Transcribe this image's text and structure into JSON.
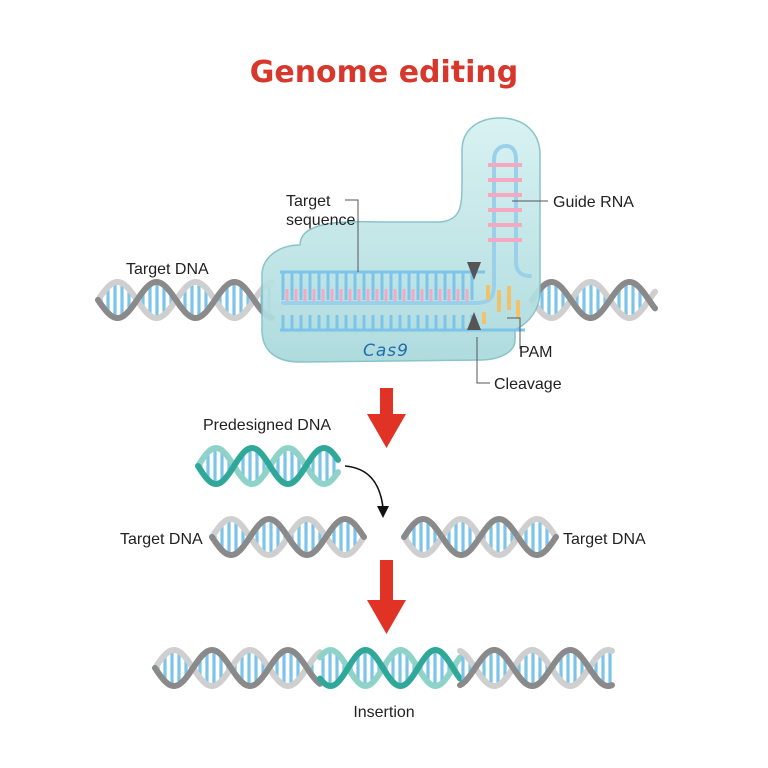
{
  "title": "Genome editing",
  "labels": {
    "target_dna_top": "Target DNA",
    "target_sequence_line1": "Target",
    "target_sequence_line2": "sequence",
    "guide_rna": "Guide RNA",
    "pam": "PAM",
    "cleavage": "Cleavage",
    "cas9": "Cas9",
    "predesigned_dna": "Predesigned DNA",
    "target_dna_left": "Target DNA",
    "target_dna_right": "Target DNA",
    "insertion": "Insertion"
  },
  "colors": {
    "title": "#d8372c",
    "cas9_fill": "#bfe6e6",
    "cas9_stroke": "#7fbfc4",
    "cas9_text": "#1f6fa8",
    "dna_rung": "#7cc4ea",
    "dna_backbone": "#8a8a8a",
    "dna_backbone_light": "#cfcfcf",
    "predesigned": "#2fa89a",
    "guide_rna": "#9ad0ea",
    "rna_pairs": "#f5a8c0",
    "pam": "#f2c26b",
    "arrow": "#e03225",
    "predesigned_label": "#1e6b5e"
  }
}
